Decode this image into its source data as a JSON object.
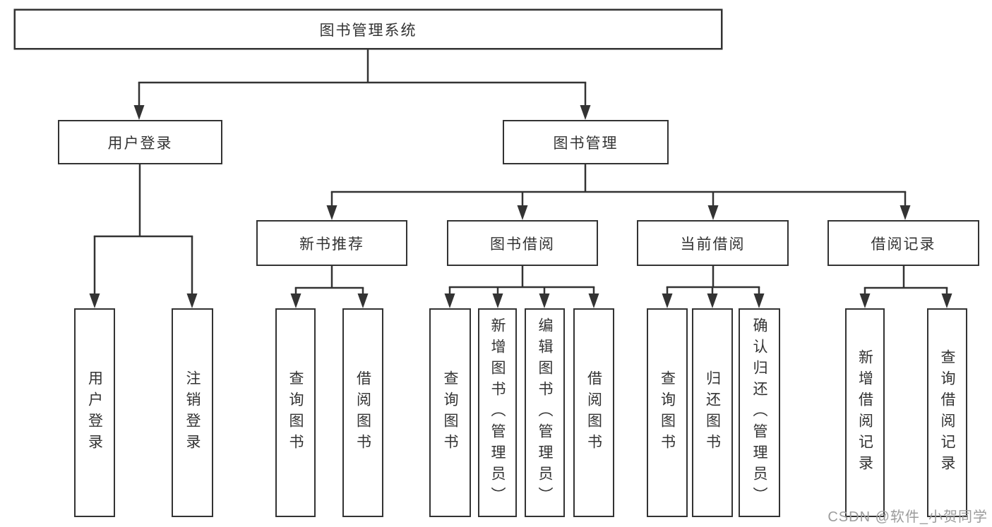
{
  "tree": {
    "label": "图书管理系统",
    "children": [
      {
        "label": "用户登录",
        "children": [
          {
            "label": "用户登录"
          },
          {
            "label": "注销登录"
          }
        ]
      },
      {
        "label": "图书管理",
        "children": [
          {
            "label": "新书推荐",
            "children": [
              {
                "label": "查询图书"
              },
              {
                "label": "借阅图书"
              }
            ]
          },
          {
            "label": "图书借阅",
            "children": [
              {
                "label": "查询图书"
              },
              {
                "label": "新增图书（管理员）"
              },
              {
                "label": "编辑图书（管理员）"
              },
              {
                "label": "借阅图书"
              }
            ]
          },
          {
            "label": "当前借阅",
            "children": [
              {
                "label": "查询图书"
              },
              {
                "label": "归还图书"
              },
              {
                "label": "确认归还（管理员）"
              }
            ]
          },
          {
            "label": "借阅记录",
            "children": [
              {
                "label": "新增借阅记录"
              },
              {
                "label": "查询借阅记录"
              }
            ]
          }
        ]
      }
    ]
  },
  "watermark": {
    "text": "CSDN @软件_小贺同学"
  },
  "colors": {
    "line": "#333333",
    "text": "#333333",
    "watermark": "#9c9c9c",
    "background": "#ffffff"
  }
}
